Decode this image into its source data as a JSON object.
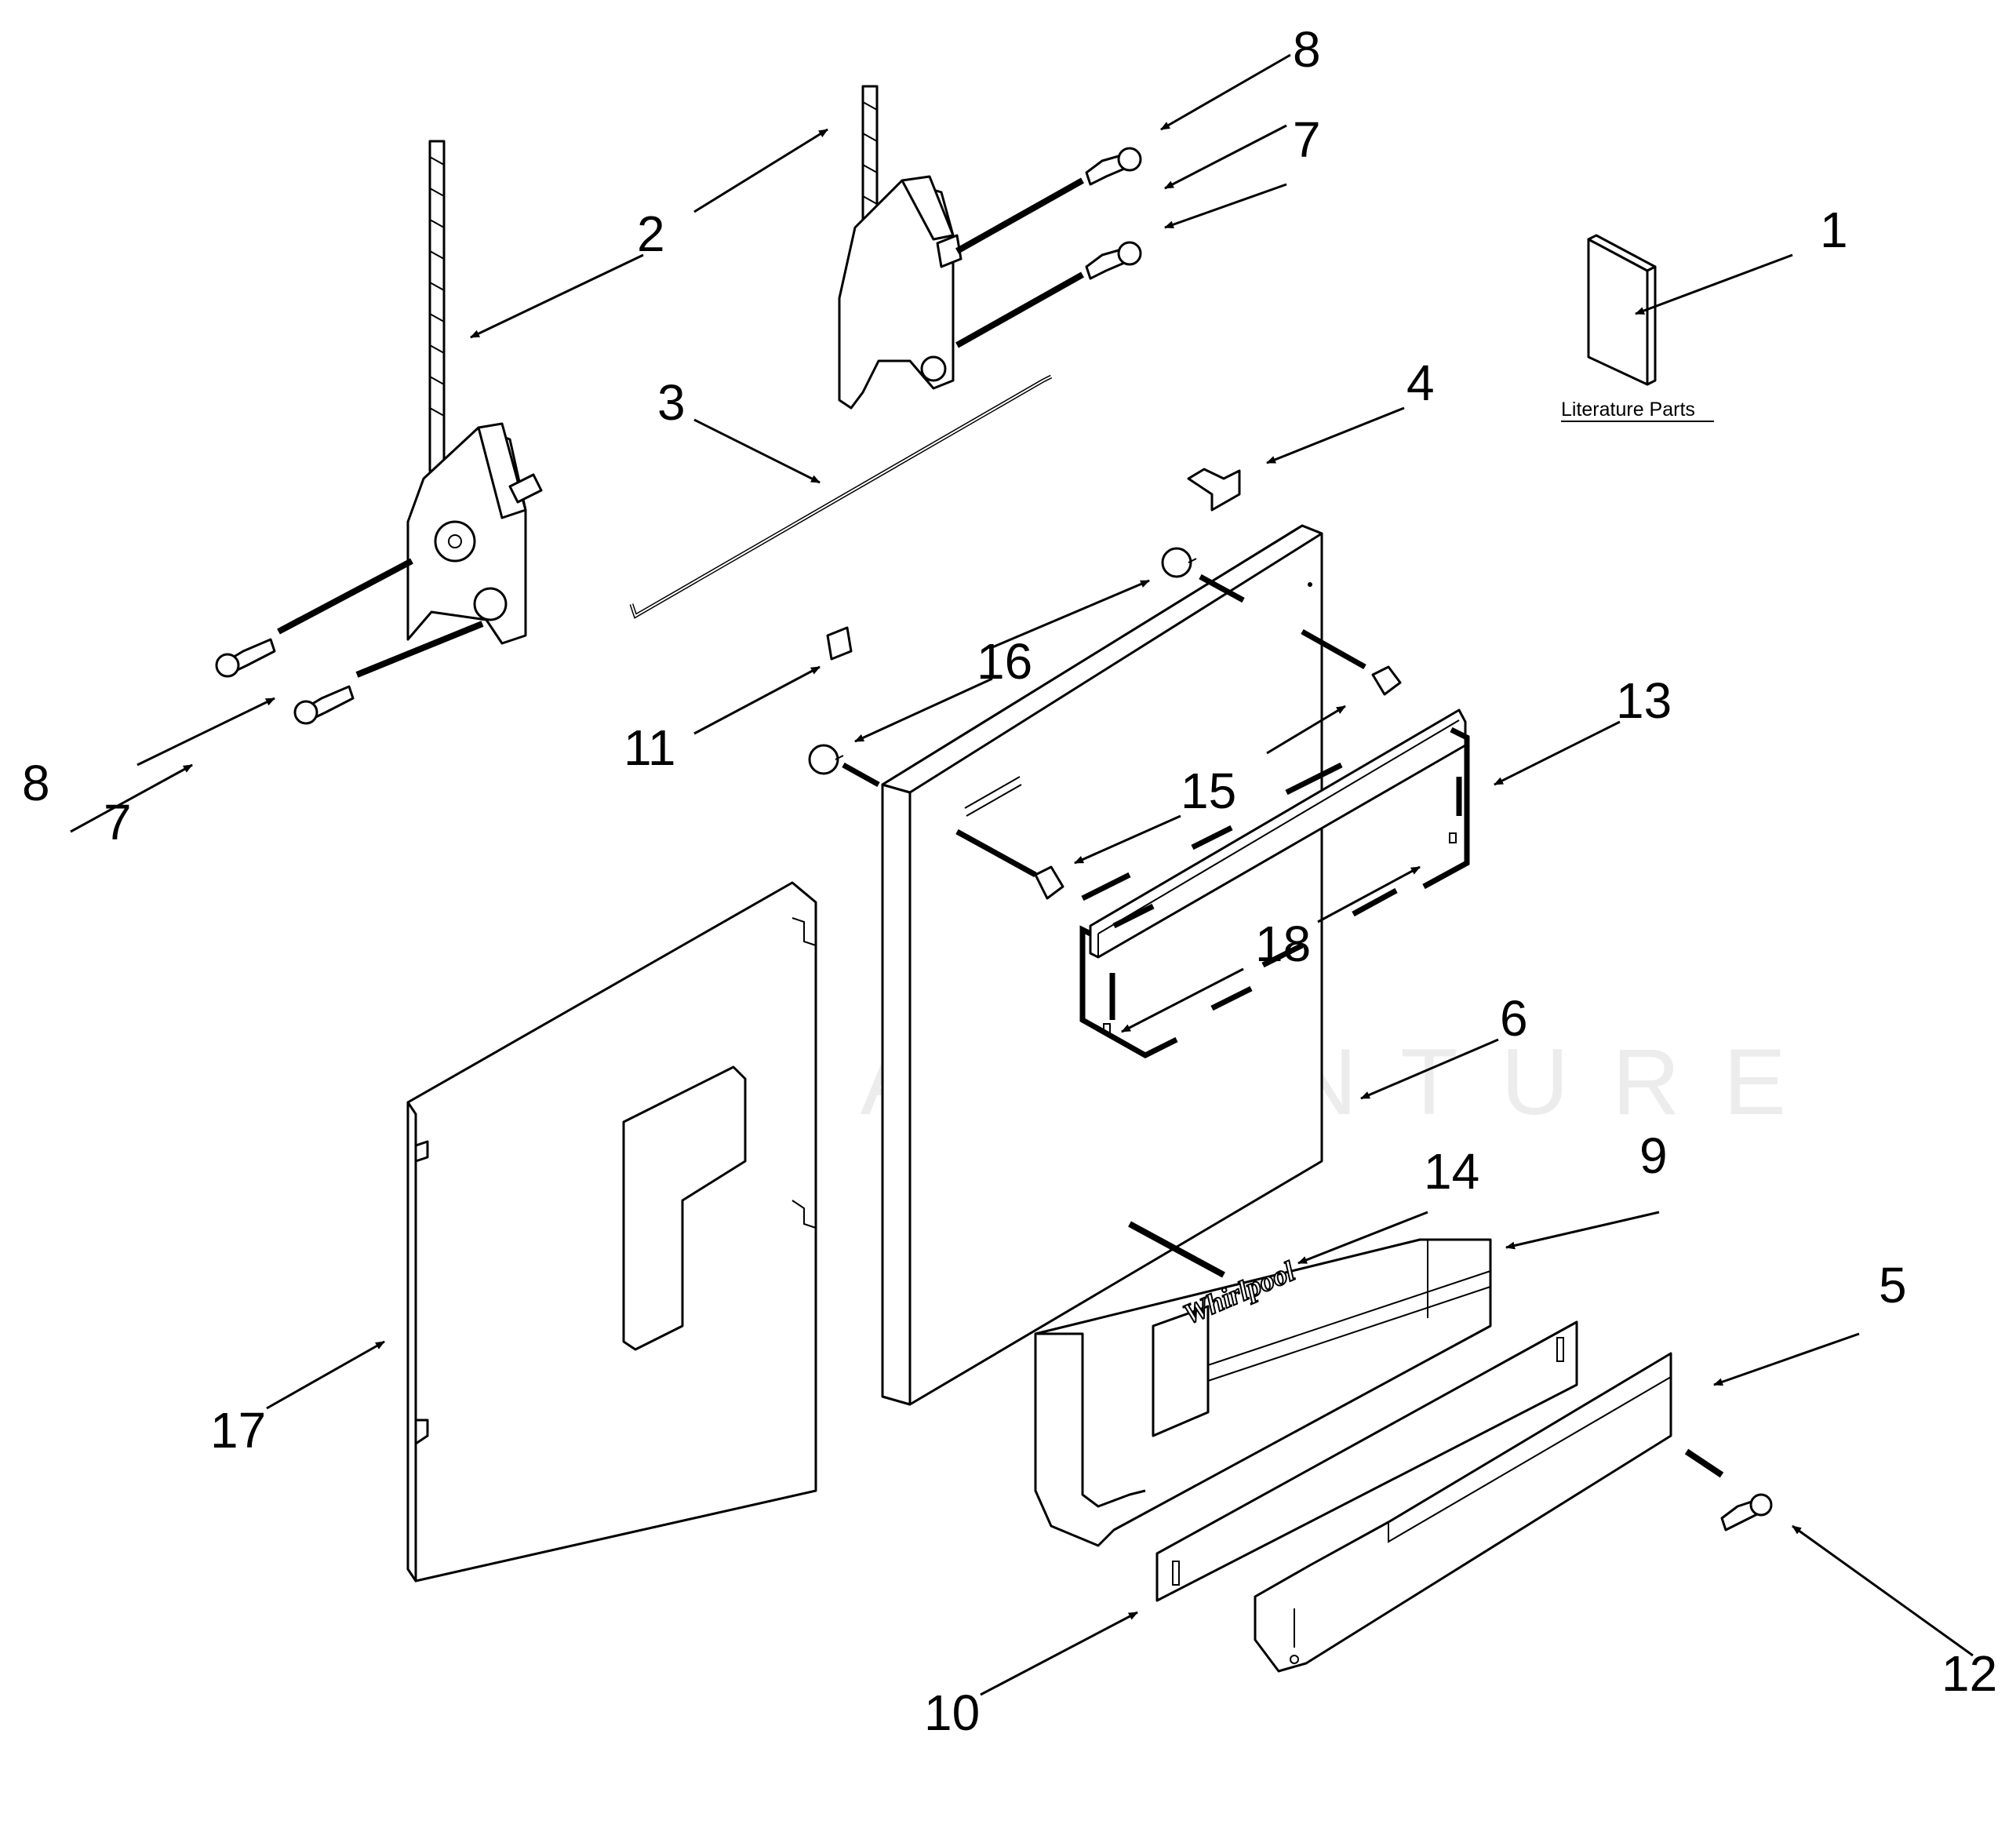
{
  "callouts": [
    "1",
    "2",
    "3",
    "4",
    "5",
    "6",
    "7",
    "7",
    "8",
    "8",
    "9",
    "10",
    "11",
    "12",
    "13",
    "14",
    "15",
    "16",
    "17",
    "18"
  ],
  "literature_label": "Literature Parts",
  "brand_logo_text": "Whirlpool",
  "watermark_text": "LEADVENTURE"
}
